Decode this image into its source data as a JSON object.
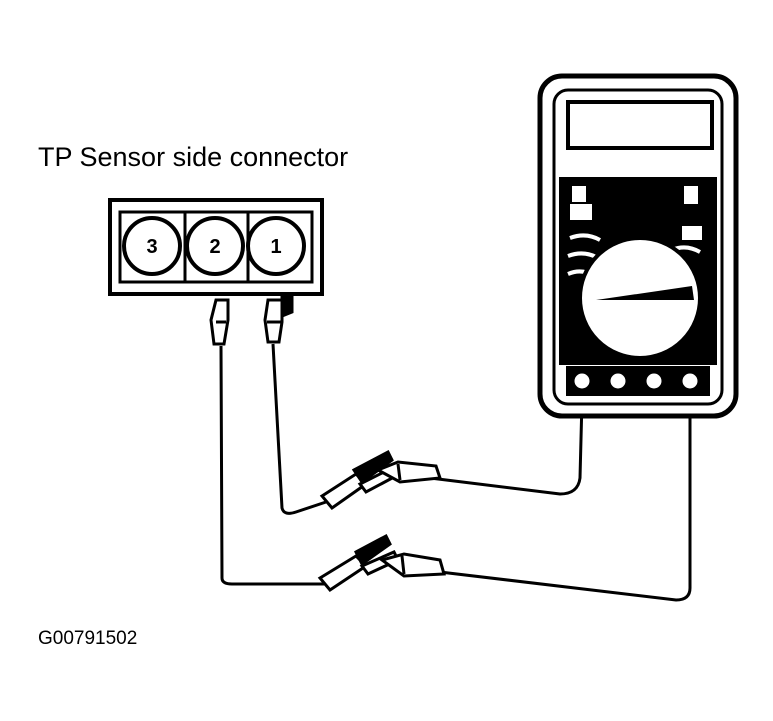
{
  "diagram": {
    "title": "TP Sensor side connector",
    "figure_code": "G00791502",
    "connector": {
      "pins": [
        "3",
        "2",
        "1"
      ]
    },
    "multimeter": {
      "jack_count": 4
    }
  }
}
